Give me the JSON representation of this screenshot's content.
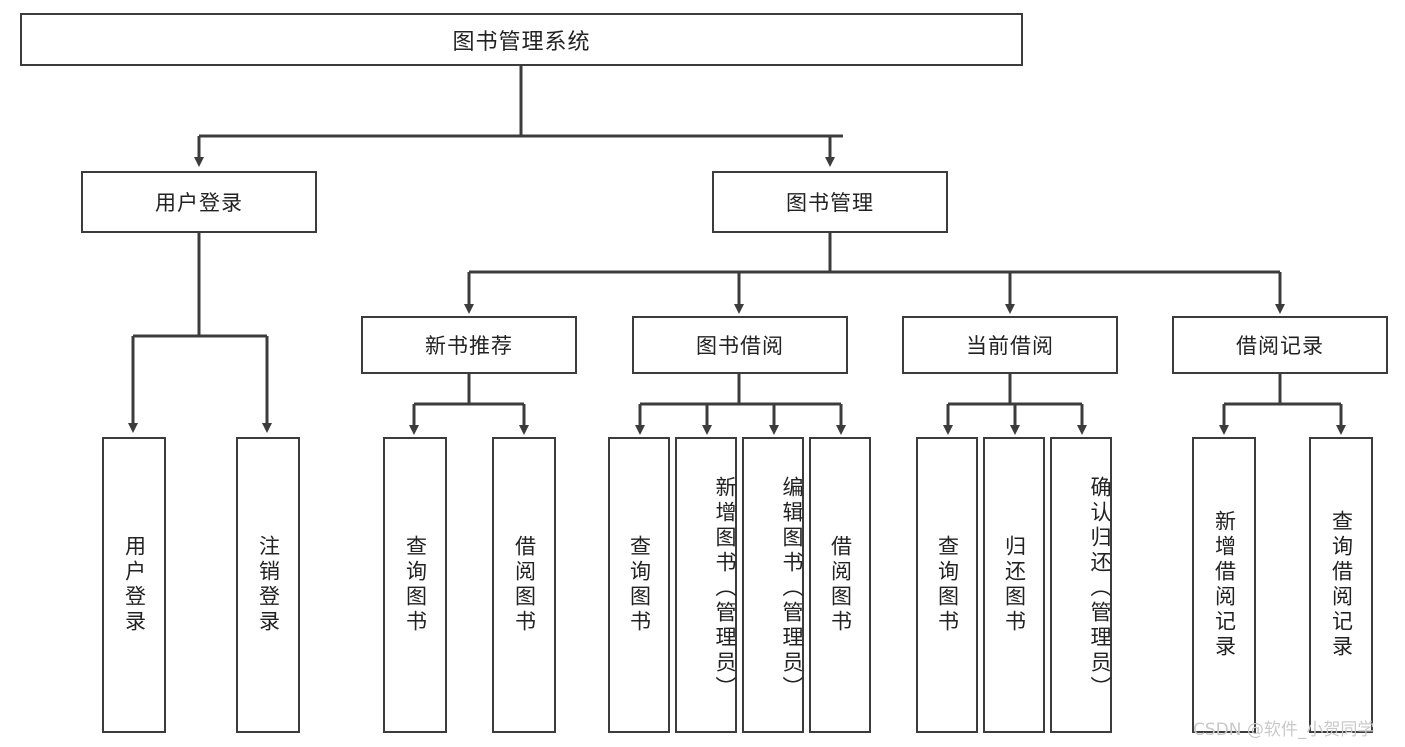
{
  "diagram": {
    "type": "hierarchy-tree",
    "title": "图书管理系统",
    "root": {
      "label": "图书管理系统"
    },
    "tier2": [
      {
        "label": "用户登录"
      },
      {
        "label": "图书管理"
      }
    ],
    "tier3": [
      {
        "label": "新书推荐"
      },
      {
        "label": "图书借阅"
      },
      {
        "label": "当前借阅"
      },
      {
        "label": "借阅记录"
      }
    ],
    "leaves": [
      {
        "label": "用户登录",
        "parent": "用户登录"
      },
      {
        "label": "注销登录",
        "parent": "用户登录"
      },
      {
        "label": "查询图书",
        "parent": "新书推荐"
      },
      {
        "label": "借阅图书",
        "parent": "新书推荐"
      },
      {
        "label": "查询图书",
        "parent": "图书借阅"
      },
      {
        "label": "新增图书（管理员）",
        "parent": "图书借阅"
      },
      {
        "label": "编辑图书（管理员）",
        "parent": "图书借阅"
      },
      {
        "label": "借阅图书",
        "parent": "图书借阅"
      },
      {
        "label": "查询图书",
        "parent": "当前借阅"
      },
      {
        "label": "归还图书",
        "parent": "当前借阅"
      },
      {
        "label": "确认归还（管理员）",
        "parent": "当前借阅"
      },
      {
        "label": "新增借阅记录",
        "parent": "借阅记录"
      },
      {
        "label": "查询借阅记录",
        "parent": "借阅记录"
      }
    ]
  },
  "watermark": {
    "text": "CSDN @软件_小贺同学"
  },
  "colors": {
    "line": "#3c3c3c",
    "box_border": "#3c3c3c",
    "box_fill": "#ffffff",
    "background": "#ffffff",
    "text": "#222222",
    "watermark": "#c9c9c9"
  }
}
